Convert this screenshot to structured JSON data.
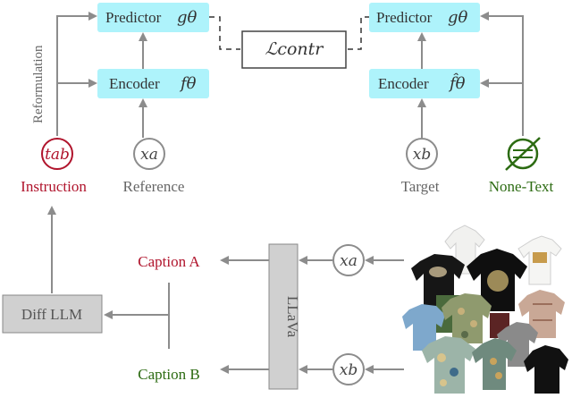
{
  "left_branch": {
    "predictor_label": "Predictor",
    "predictor_symbol": "gθ",
    "encoder_label": "Encoder",
    "encoder_symbol": "fθ",
    "reformulation_label": "Reformulation",
    "instruction_node": "tab",
    "instruction_label": "Instruction",
    "reference_node": "xa",
    "reference_label": "Reference"
  },
  "loss": {
    "label": "ℒcontr"
  },
  "right_branch": {
    "predictor_label": "Predictor",
    "predictor_symbol": "gθ",
    "encoder_label": "Encoder",
    "encoder_symbol": "f̂θ",
    "target_node": "xb",
    "target_label": "Target",
    "none_text_label": "None-Text"
  },
  "bottom": {
    "diff_llm_label": "Diff LLM",
    "llava_label": "LLaVa",
    "caption_a": "Caption A",
    "caption_b": "Caption B",
    "input_a": "xa",
    "input_b": "xb"
  },
  "colors": {
    "box_fill": "#aef3fb",
    "arrow": "#8c8c8c",
    "instruction": "#b0142c",
    "none_text": "#2c6b12",
    "gray_box": "#d0d0d0"
  }
}
